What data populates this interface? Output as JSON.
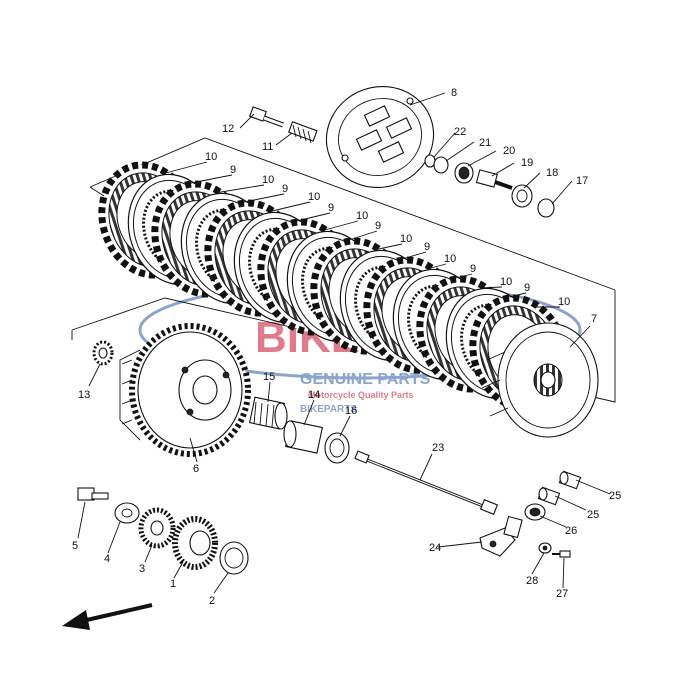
{
  "watermark": {
    "brand": "BIKE",
    "line1": "GENUINE PARTS",
    "line2": "Motorcycle Quality Parts",
    "line3": "BIKEPARTS",
    "color": "#2f5aa8",
    "red": "#c8102e"
  },
  "parts": [
    {
      "id": "1",
      "label": "1"
    },
    {
      "id": "2",
      "label": "2"
    },
    {
      "id": "3",
      "label": "3"
    },
    {
      "id": "4",
      "label": "4"
    },
    {
      "id": "5",
      "label": "5"
    },
    {
      "id": "6",
      "label": "6"
    },
    {
      "id": "7",
      "label": "7"
    },
    {
      "id": "8",
      "label": "8"
    },
    {
      "id": "9",
      "label": "9"
    },
    {
      "id": "10",
      "label": "10"
    },
    {
      "id": "11",
      "label": "11"
    },
    {
      "id": "12",
      "label": "12"
    },
    {
      "id": "13",
      "label": "13"
    },
    {
      "id": "14",
      "label": "14"
    },
    {
      "id": "15",
      "label": "15"
    },
    {
      "id": "16",
      "label": "16"
    },
    {
      "id": "17",
      "label": "17"
    },
    {
      "id": "18",
      "label": "18"
    },
    {
      "id": "19",
      "label": "19"
    },
    {
      "id": "20",
      "label": "20"
    },
    {
      "id": "21",
      "label": "21"
    },
    {
      "id": "22",
      "label": "22"
    },
    {
      "id": "23",
      "label": "23"
    },
    {
      "id": "24",
      "label": "24"
    },
    {
      "id": "25",
      "label": "25"
    },
    {
      "id": "26",
      "label": "26"
    },
    {
      "id": "27",
      "label": "27"
    },
    {
      "id": "28",
      "label": "28"
    }
  ],
  "plate_labels": [
    "10",
    "9",
    "10",
    "9",
    "10",
    "9",
    "10",
    "9",
    "10",
    "9",
    "10",
    "9",
    "10",
    "9",
    "10"
  ],
  "arrow_icon": "direction-arrow-icon"
}
